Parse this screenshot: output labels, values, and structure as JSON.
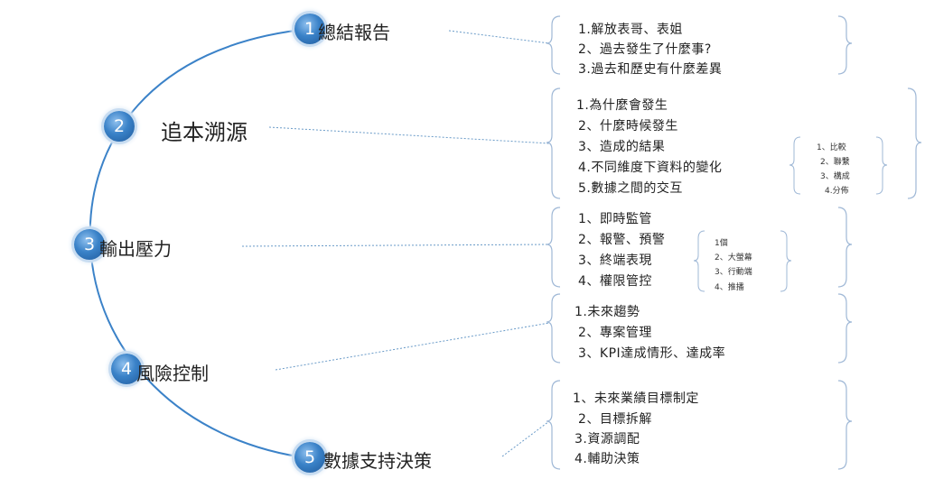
{
  "nodes": [
    {
      "num": "1",
      "label": "總結報告"
    },
    {
      "num": "2",
      "label": "追本溯源"
    },
    {
      "num": "3",
      "label": "輸出壓力"
    },
    {
      "num": "4",
      "label": "風險控制"
    },
    {
      "num": "5",
      "label": "數據支持決策"
    }
  ],
  "groups": [
    {
      "items": [
        "1.解放表哥、表姐",
        "2、過去發生了什麼事?",
        "3.過去和歷史有什麼差異"
      ]
    },
    {
      "items": [
        "1.為什麼會發生",
        "2、什麼時候發生",
        "3、造成的結果",
        "4.不同維度下資料的變化",
        "5.數據之間的交互"
      ],
      "sub": [
        "1、比較",
        "2、聯繫",
        "3、構成",
        "4.分佈"
      ]
    },
    {
      "items": [
        "1、即時監管",
        "2、報警、預警",
        "3、終端表現",
        "4、權限管控"
      ],
      "sub": [
        "1個",
        "2、大螢幕",
        "3、行動端",
        "4、推播"
      ]
    },
    {
      "items": [
        "1.未來趨勢",
        "2、專案管理",
        "3、KPI達成情形、達成率"
      ]
    },
    {
      "items": [
        "1、未來業績目標制定",
        "2、目標拆解",
        "3.資源調配",
        "4.輔助決策"
      ]
    }
  ],
  "colors": {
    "arc": "#3b82c8",
    "brace": "#9fb8d6",
    "dots": "#6a9bc8"
  }
}
